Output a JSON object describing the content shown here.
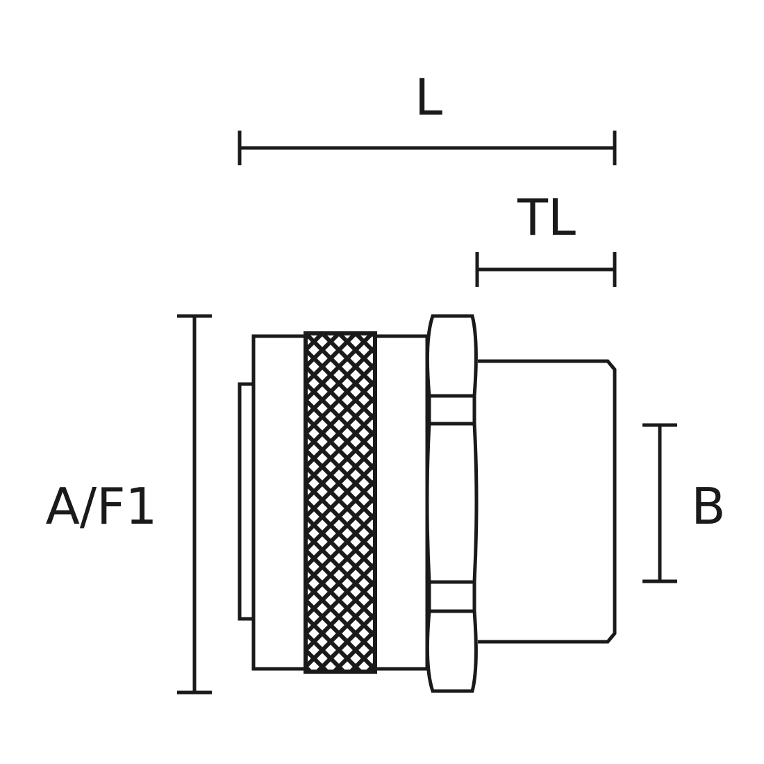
{
  "colors": {
    "stroke": "#1a1a1a",
    "background": "#ffffff"
  },
  "dimensions": {
    "length": "L",
    "thread_length": "TL",
    "across_flats": "A/F1",
    "bore": "B"
  }
}
